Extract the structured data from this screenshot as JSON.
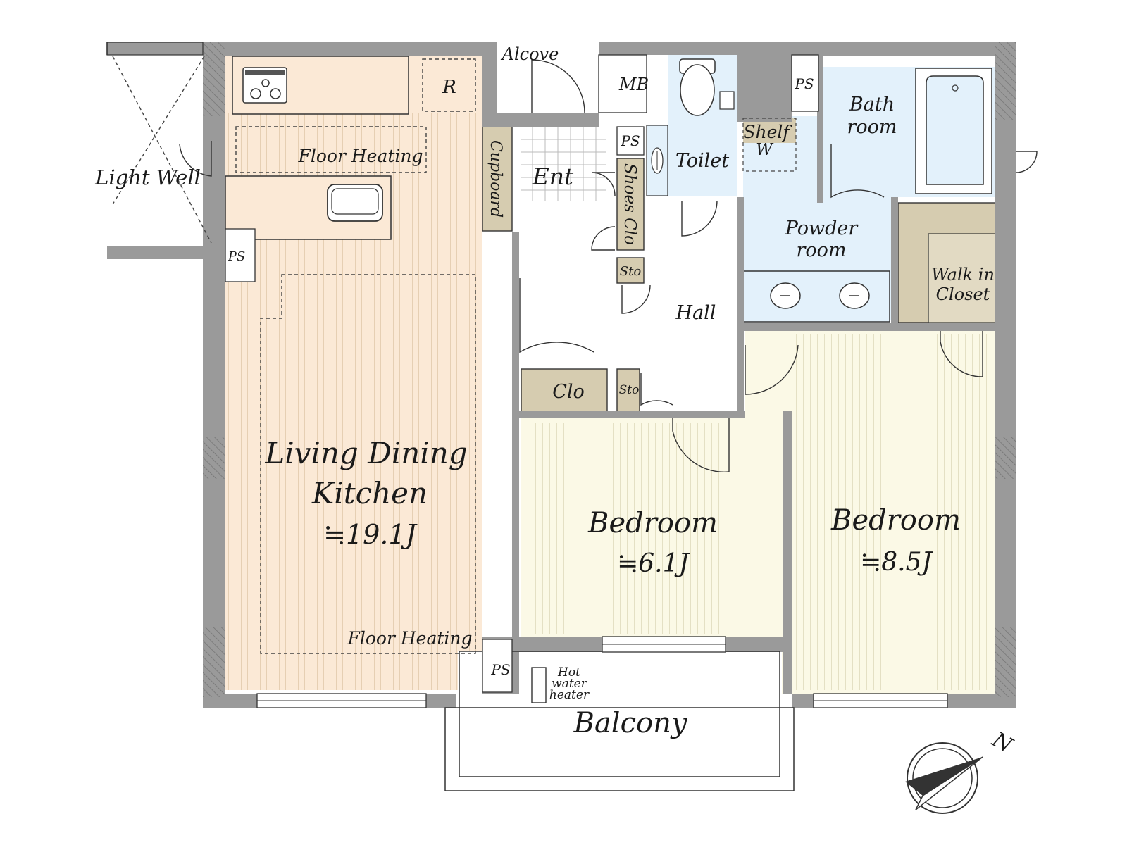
{
  "colors": {
    "living": "#fbe9d6",
    "bedroom": "#fbf9e6",
    "wet": "#e3f1fb",
    "storage": "#d6ccb0",
    "wall": "#9a9a9a",
    "floor_line": "#e8d2b8"
  },
  "labels": {
    "ldk_line1": "Living Dining",
    "ldk_line2": "Kitchen",
    "ldk_area": "≒19.1J",
    "floor_heating": "Floor Heating",
    "light_well": "Light Well",
    "refrigerator": "R",
    "alcove": "Alcove",
    "mb": "MB",
    "ps": "PS",
    "cupboard": "Cupboard",
    "entrance": "Ent",
    "shoes_closet": "Shoes Clo",
    "storage": "Sto",
    "toilet": "Toilet",
    "shelf": "Shelf",
    "washer": "W",
    "bath_line1": "Bath",
    "bath_line2": "room",
    "powder_line1": "Powder",
    "powder_line2": "room",
    "hall": "Hall",
    "wic_line1": "Walk in",
    "wic_line2": "Closet",
    "closet": "Clo",
    "bedroom": "Bedroom",
    "bed1_area": "≒6.1J",
    "bed2_area": "≒8.5J",
    "water_line1": "Hot",
    "water_line2": "water",
    "water_line3": "heater",
    "balcony": "Balcony",
    "north": "N"
  }
}
